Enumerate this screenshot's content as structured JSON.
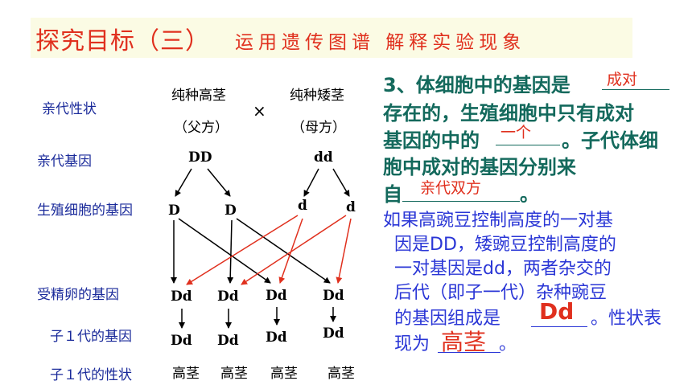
{
  "title": {
    "main": "探究目标（三）",
    "sub": "运用遗传图谱 解释实验现象"
  },
  "row_labels": {
    "parent_traits": "亲代性状",
    "parent_genes": "亲代基因",
    "gamete_genes": "生殖细胞的基因",
    "zygote_genes": "受精卵的基因",
    "f1_genes": "子１代的基因",
    "f1_traits": "子１代的性状"
  },
  "parents": {
    "father_trait": "纯种高茎",
    "father_role": "（父方）",
    "cross": "×",
    "mother_trait": "纯种矮茎",
    "mother_role": "（母方）",
    "father_gene": "DD",
    "mother_gene": "dd"
  },
  "gametes": [
    "D",
    "D",
    "d",
    "d"
  ],
  "zygotes": [
    "Dd",
    "Dd",
    "Dd",
    "Dd"
  ],
  "f1_genes": [
    "Dd",
    "Dd",
    "Dd",
    "Dd"
  ],
  "f1_traits": [
    "高茎",
    "高茎",
    "高茎",
    "高茎"
  ],
  "colors": {
    "title": "#e0301e",
    "row_label": "#1a2a9a",
    "green_text": "#13695c",
    "blue_text": "#2a36d6",
    "red_arrow": "#e0301e",
    "black_arrow": "#000000"
  },
  "question3": {
    "line1": "3、体细胞中的基因是",
    "answer1": "成对",
    "line2": "存在的，生殖细胞中只有成对",
    "line3a": "基因的中的",
    "answer2": "一个",
    "line3b": "。子代体细",
    "line4": "胞中成对的基因分别来",
    "line5a": "自",
    "answer3": "亲代双方",
    "line5b": "。"
  },
  "paragraph": {
    "l1": "如果高豌豆控制高度的一对基",
    "l2": "因是DD，矮豌豆控制高度的",
    "l3": "一对基因是dd，两者杂交的",
    "l4": "后代（即子一代）杂种豌豆",
    "l5a": "的基因组成是",
    "answer_gene": "Dd",
    "l5b": "。性状表",
    "l6a": "现为",
    "answer_trait": "高茎",
    "l6b": "。"
  }
}
